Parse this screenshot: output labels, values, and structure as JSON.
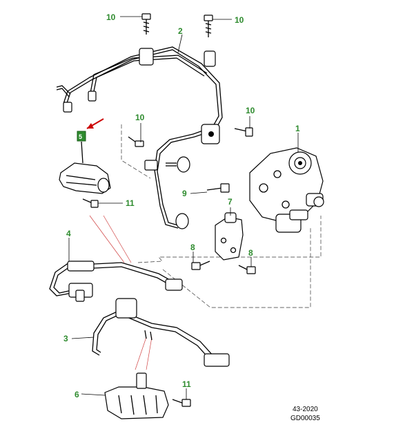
{
  "diagram": {
    "callouts": [
      {
        "id": "c10a",
        "text": "10"
      },
      {
        "id": "c10b",
        "text": "10"
      },
      {
        "id": "c2",
        "text": "2"
      },
      {
        "id": "c10c",
        "text": "10"
      },
      {
        "id": "c10d",
        "text": "10"
      },
      {
        "id": "c1",
        "text": "1"
      },
      {
        "id": "c9",
        "text": "9"
      },
      {
        "id": "c7",
        "text": "7"
      },
      {
        "id": "c11a",
        "text": "11"
      },
      {
        "id": "c4",
        "text": "4"
      },
      {
        "id": "c8a",
        "text": "8"
      },
      {
        "id": "c8b",
        "text": "8"
      },
      {
        "id": "c3",
        "text": "3"
      },
      {
        "id": "c6",
        "text": "6"
      },
      {
        "id": "c11b",
        "text": "11"
      },
      {
        "id": "c5",
        "text": "5"
      }
    ],
    "ref_codes": [
      "43-2020",
      "GD00035"
    ],
    "colors": {
      "callout": "#2e8b2e",
      "highlight_arrow": "#cc0000",
      "guide_line": "#d04040"
    }
  }
}
